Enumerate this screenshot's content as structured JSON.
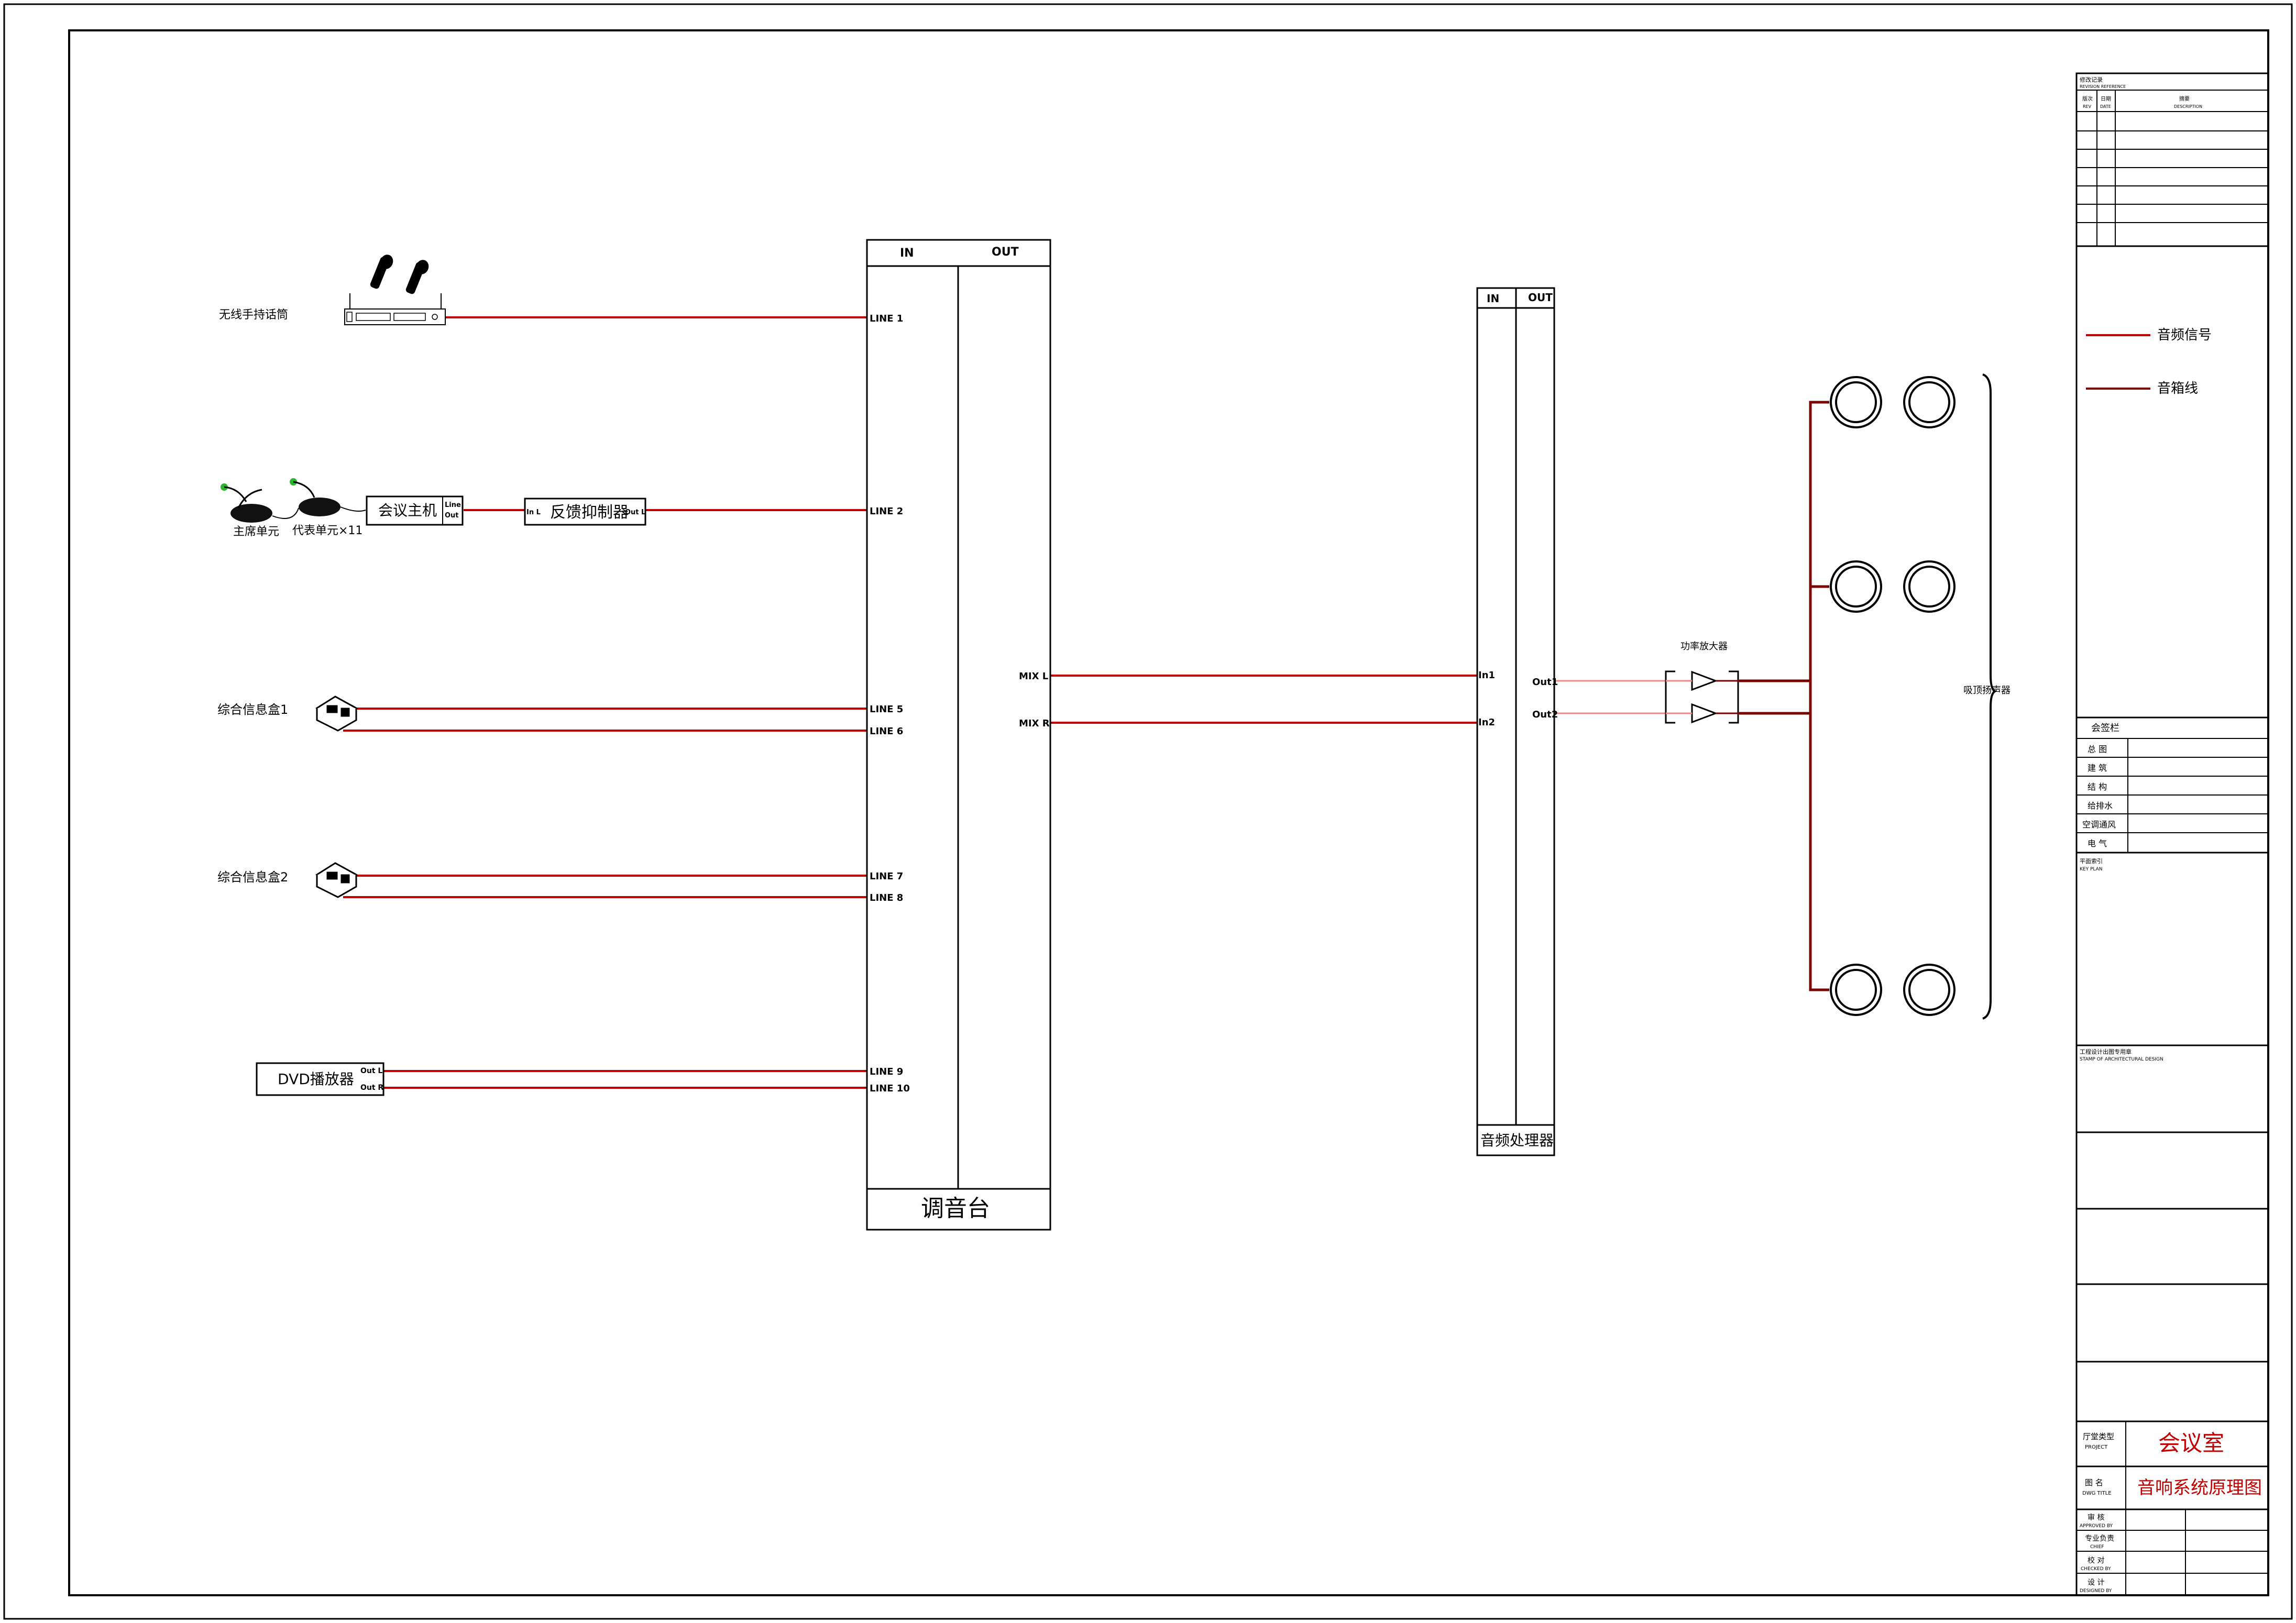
{
  "sources": {
    "wireless_mic": "无线手持话筒",
    "chairman_unit": "主席单元",
    "delegate_unit": "代表单元×11",
    "conference_host": "会议主机",
    "host_line_label": "Line",
    "host_out_label": "Out",
    "feedback_suppressor": "反馈抑制器",
    "fs_in": "In L",
    "fs_out": "Out L",
    "info_box_1": "综合信息盒1",
    "info_box_2": "综合信息盒2",
    "dvd_player": "DVD播放器",
    "dvd_out_l": "Out L",
    "dvd_out_r": "Out R"
  },
  "mixer": {
    "in_header": "IN",
    "out_header": "OUT",
    "title": "调音台",
    "inputs": [
      "LINE 1",
      "LINE 2",
      "LINE 5",
      "LINE 6",
      "LINE 7",
      "LINE 8",
      "LINE 9",
      "LINE 10"
    ],
    "outputs": [
      "MIX L",
      "MIX R"
    ]
  },
  "processor": {
    "in_header": "IN",
    "out_header": "OUT",
    "title": "音频处理器",
    "inputs": [
      "In1",
      "In2"
    ],
    "outputs": [
      "Out1",
      "Out2"
    ]
  },
  "amplifier": {
    "label": "功率放大器"
  },
  "speakers": {
    "label": "吸顶扬声器"
  },
  "legend": [
    {
      "label": "音频信号",
      "color": "#c00000"
    },
    {
      "label": "音箱线",
      "color": "#7a0000"
    }
  ],
  "title_block": {
    "revision_title": "修改记录",
    "revision_title_en": "REVISION REFERENCE",
    "rev_col_no": "版次",
    "rev_col_no_en": "REV",
    "rev_col_date": "日期",
    "rev_col_date_en": "DATE",
    "rev_col_desc": "摘要",
    "rev_col_desc_en": "DESCRIPTION",
    "countersign": "会签栏",
    "disciplines": [
      "总 图",
      "建 筑",
      "结 构",
      "给排水",
      "空调通风",
      "电 气"
    ],
    "key_plan": "平面索引",
    "key_plan_en": "KEY PLAN",
    "stamp": "工程设计出图专用章",
    "stamp_en": "STAMP OF ARCHITECTURAL DESIGN",
    "project_label": "厅堂类型",
    "project_label_en": "PROJECT",
    "project_value": "会议室",
    "drawing_label": "图 名",
    "drawing_label_en": "DWG TITLE",
    "drawing_value": "音响系统原理图",
    "approved": "审 核",
    "approved_en": "APPROVED BY",
    "chief": "专业负责",
    "chief_en": "CHIEF",
    "checked": "校 对",
    "checked_en": "CHECKED BY",
    "designed": "设 计",
    "designed_en": "DESIGNED BY"
  }
}
